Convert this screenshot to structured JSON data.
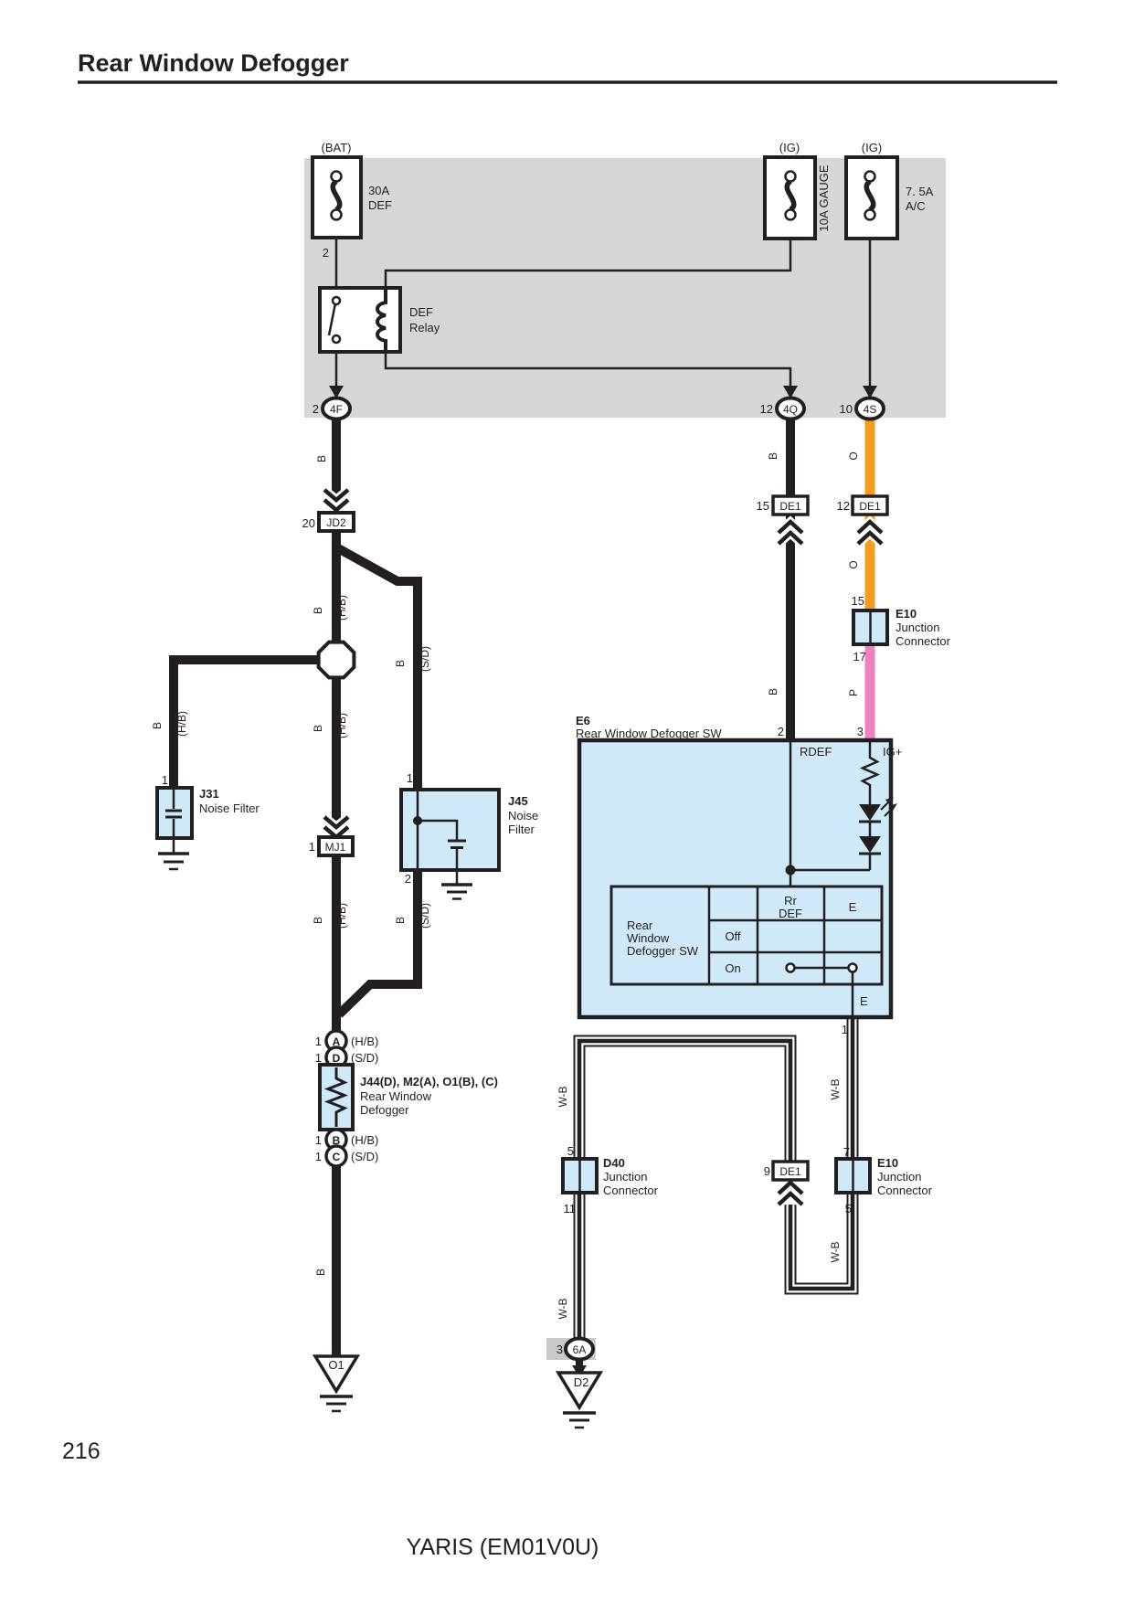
{
  "title": "Rear Window Defogger",
  "footer": {
    "page_number": "216",
    "model_code": "YARIS (EM01V0U)"
  },
  "colors": {
    "panel_gray": "#d6d6d6",
    "component_blue": "#cfe9f9",
    "wire_black": "#231f20",
    "wire_orange": "#f59b1e",
    "wire_pink": "#f080be",
    "shield_gray": "#c9c9c9"
  },
  "wire_labels": {
    "b": "B",
    "o": "O",
    "p": "P",
    "w_b": "W-B",
    "h_b": "(H/B)",
    "s_d": "(S/D)"
  },
  "power_section": {
    "bat": "(BAT)",
    "ig1": "(IG)",
    "ig2": "(IG)",
    "fuse_def": {
      "rating": "30A",
      "name": "DEF",
      "pin_out": "2"
    },
    "fuse_gauge": {
      "name": "10A GAUGE"
    },
    "fuse_ac": {
      "rating": "7. 5A",
      "name": "A/C"
    },
    "relay": {
      "name_line1": "DEF",
      "name_line2": "Relay"
    },
    "conn_4f": {
      "pin": "2",
      "id": "4F"
    },
    "conn_4q": {
      "pin": "12",
      "id": "4Q"
    },
    "conn_4s": {
      "pin": "10",
      "id": "4S"
    }
  },
  "left_branch": {
    "jd2": {
      "pin": "20",
      "id": "JD2"
    },
    "j31": {
      "pin": "1",
      "id": "J31",
      "name": "Noise Filter"
    },
    "mj1": {
      "pin": "1",
      "id": "MJ1"
    },
    "j45": {
      "pin_top": "1",
      "pin_bottom": "2",
      "id": "J45",
      "name_line1": "Noise",
      "name_line2": "Filter"
    },
    "j44": {
      "pin_a": {
        "num": "1",
        "code": "A",
        "wire": "(H/B)"
      },
      "pin_d": {
        "num": "1",
        "code": "D",
        "wire": "(S/D)"
      },
      "pin_b": {
        "num": "1",
        "code": "B",
        "wire": "(H/B)"
      },
      "pin_c": {
        "num": "1",
        "code": "C",
        "wire": "(S/D)"
      },
      "id": "J44(D), M2(A), O1(B), (C)",
      "name_line1": "Rear Window",
      "name_line2": "Defogger"
    },
    "ground_o1": "O1"
  },
  "defogger_switch": {
    "id": "E6",
    "name": "Rear Window Defogger SW",
    "pin_rdef": "2",
    "pin_igplus": "3",
    "pin_e": "1",
    "terminal_rdef": "RDEF",
    "terminal_igplus": "IG+",
    "terminal_e": "E",
    "table": {
      "device_line1": "Rear",
      "device_line2": "Window",
      "device_line3": "Defogger SW",
      "col_rrdef_line1": "Rr",
      "col_rrdef_line2": "DEF",
      "col_e": "E",
      "row_off": "Off",
      "row_on": "On"
    }
  },
  "harness_connectors": {
    "de1_b": {
      "pin": "15",
      "id": "DE1"
    },
    "de1_o": {
      "pin": "12",
      "id": "DE1"
    },
    "de1_g": {
      "pin": "9",
      "id": "DE1"
    },
    "e10_top": {
      "pin_in": "15",
      "pin_out": "17",
      "id": "E10",
      "name_line1": "Junction",
      "name_line2": "Connector"
    },
    "e10_bottom": {
      "pin_in": "7",
      "pin_out": "5",
      "id": "E10",
      "name_line1": "Junction",
      "name_line2": "Connector"
    },
    "d40": {
      "pin_in": "5",
      "pin_out": "11",
      "id": "D40",
      "name_line1": "Junction",
      "name_line2": "Connector"
    },
    "shield_6a": {
      "pin": "3",
      "id": "6A"
    },
    "ground_d2": "D2"
  }
}
